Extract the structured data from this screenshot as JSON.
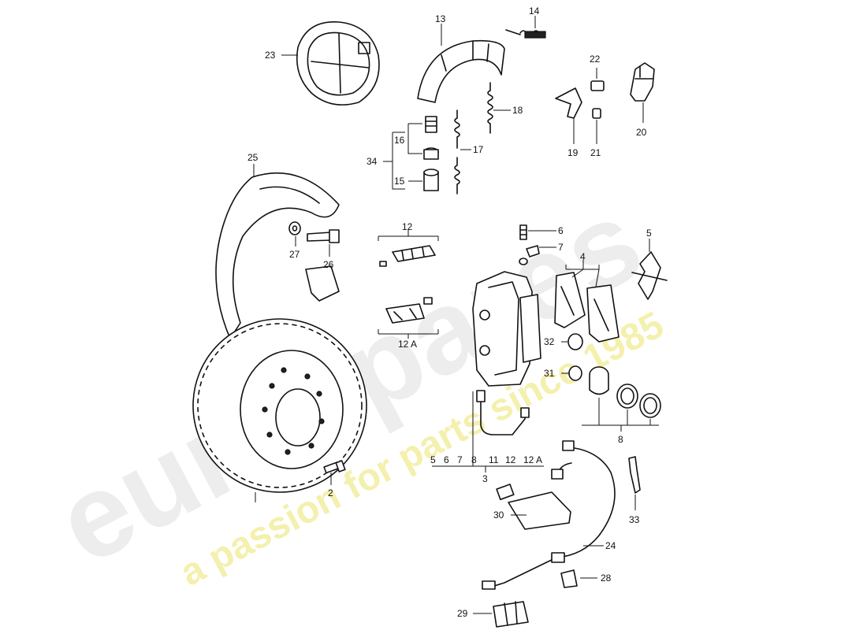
{
  "watermark": {
    "brand": "eurospares",
    "tagline": "a passion for parts since 1985",
    "brand_color": "#e6e6e6",
    "tagline_color": "#f2efa0"
  },
  "callouts": {
    "c2": "2",
    "c3": "3",
    "c4": "4",
    "c5": "5",
    "c6": "6",
    "c7": "7",
    "c8": "8",
    "c12": "12",
    "c12a": "12 A",
    "c13": "13",
    "c14": "14",
    "c15": "15",
    "c16": "16",
    "c17": "17",
    "c18": "18",
    "c19": "19",
    "c20": "20",
    "c21": "21",
    "c22": "22",
    "c23": "23",
    "c24": "24",
    "c25": "25",
    "c26": "26",
    "c27": "27",
    "c28": "28",
    "c29": "29",
    "c30": "30",
    "c31": "31",
    "c32": "32",
    "c33": "33",
    "c34": "34"
  },
  "kit3_list": [
    "5",
    "6",
    "7",
    "8",
    "11",
    "12",
    "12 A"
  ],
  "colors": {
    "line": "#111111",
    "background": "#ffffff"
  }
}
